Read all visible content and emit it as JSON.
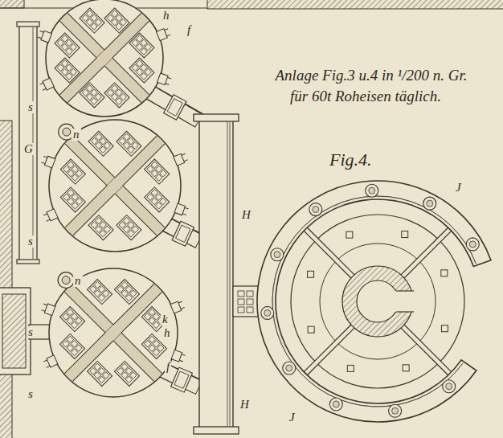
{
  "diagram": {
    "labels": [
      "Anlage Fig.3 u.4 in ¹/200 n. Gr.",
      "für 60t Roheisen täglich.",
      "Fig.4.",
      "h",
      "f",
      "s",
      "G",
      "n",
      "s",
      "H",
      "n",
      "k",
      "h",
      "s",
      "f",
      "s",
      "H",
      "J",
      "J"
    ]
  }
}
